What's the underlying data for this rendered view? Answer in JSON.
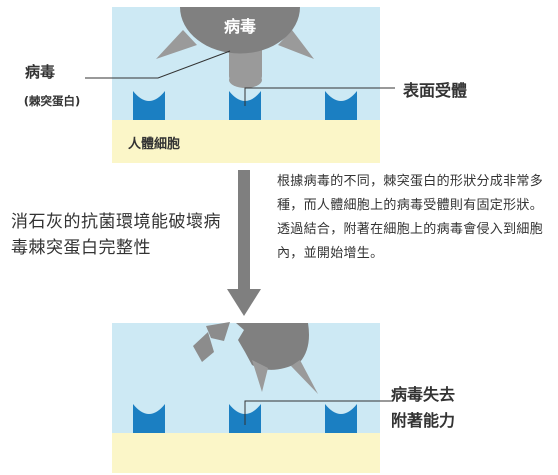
{
  "top_panel": {
    "virus_label": "病毒",
    "virus_body_text": "病毒",
    "spike_label": "(棘突蛋白)",
    "receptor_label": "表面受體",
    "cell_label": "人體細胞"
  },
  "caption": "消石灰的抗菌環境能破壞病毒棘突蛋白完整性",
  "explanation": "根據病毒的不同，棘突蛋白的形狀分成非常多種，而人體細胞上的病毒受體則有固定形狀。透過結合，附著在細胞上的病毒會侵入到細胞內，並開始增生。",
  "bottom_panel": {
    "result_label_line1": "病毒失去",
    "result_label_line2": "附著能力"
  },
  "colors": {
    "background_panel": "#cde9f4",
    "cell_membrane": "#fbf6c8",
    "receptor": "#1b7fc2",
    "virus": "#808080",
    "spike": "#9a9a9a",
    "arrow": "#7f7f7f",
    "leader_line": "#333333"
  }
}
